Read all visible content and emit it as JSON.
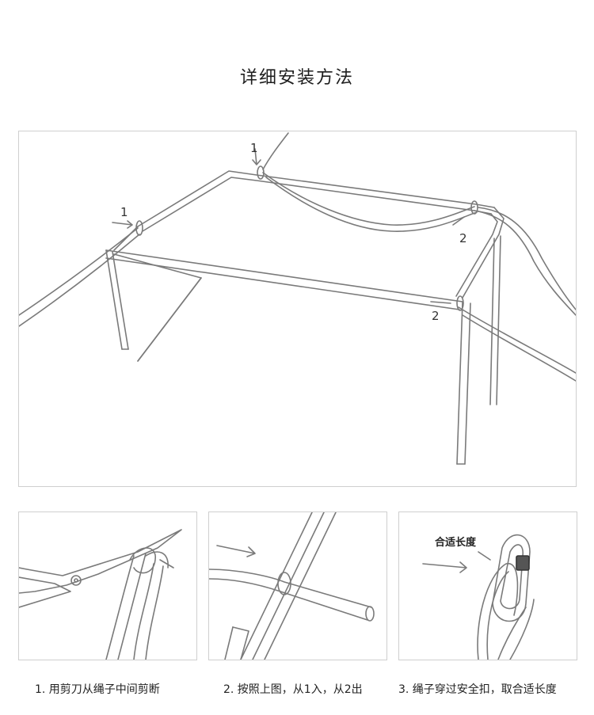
{
  "title": "详细安装方法",
  "main_labels": {
    "l1_left": "1",
    "l1_top": "1",
    "l2_upper": "2",
    "l2_lower": "2"
  },
  "step3_label": "合适长度",
  "captions": [
    "1. 用剪刀从绳子中间剪断",
    "2. 按照上图，从1入，从2出",
    "3. 绳子穿过安全扣，取合适长度"
  ],
  "colors": {
    "line": "#7a7a7a",
    "border": "#cfcfcf",
    "text": "#222222"
  }
}
